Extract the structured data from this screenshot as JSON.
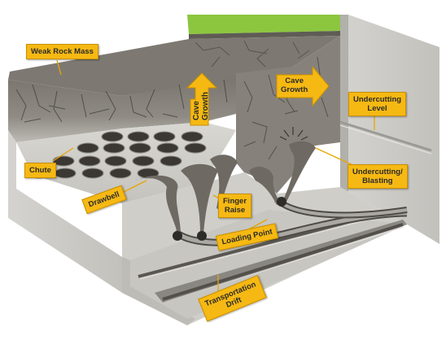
{
  "labels": {
    "weak_rock_mass": "Weak Rock Mass",
    "cave_growth_up": "Cave\nGrowth",
    "cave_growth_right": "Cave\nGrowth",
    "undercutting_level": "Undercutting\nLevel",
    "chute": "Chute",
    "undercutting_blasting": "Undercutting/\nBlasting",
    "drawbell": "Drawbell",
    "finger_raise": "Finger\nRaise",
    "loading_point": "Loading Point",
    "transportation_drift": "Transportation\nDrift"
  },
  "colors": {
    "label_fill": "#f6b913",
    "rock_dark": "#6e6a64",
    "rock_light": "#bdbab5",
    "wall": "#c9c9c4",
    "grass": "#8cc63f"
  }
}
